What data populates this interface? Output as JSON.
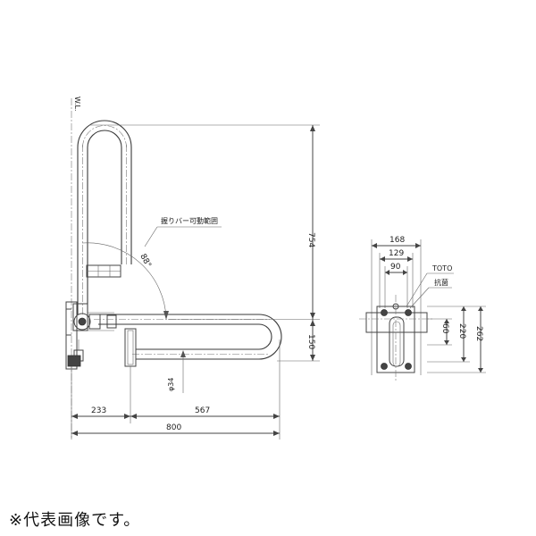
{
  "front_view": {
    "dimensions": {
      "height_upper": "754",
      "height_lower": "150",
      "depth_left": "233",
      "depth_right": "567",
      "depth_total": "800",
      "pipe_diameter": "φ34",
      "rotation_angle": "88°",
      "wall_label": "W.L."
    },
    "annotation": "握りバー可動範囲"
  },
  "side_view": {
    "dimensions": {
      "width_outer": "168",
      "width_mid": "129",
      "width_inner": "90",
      "height_inner": "60",
      "height_mid": "220",
      "height_outer": "262"
    },
    "brand_label": "TOTO",
    "anti_label": "抗菌"
  },
  "caption": "※代表画像です。"
}
